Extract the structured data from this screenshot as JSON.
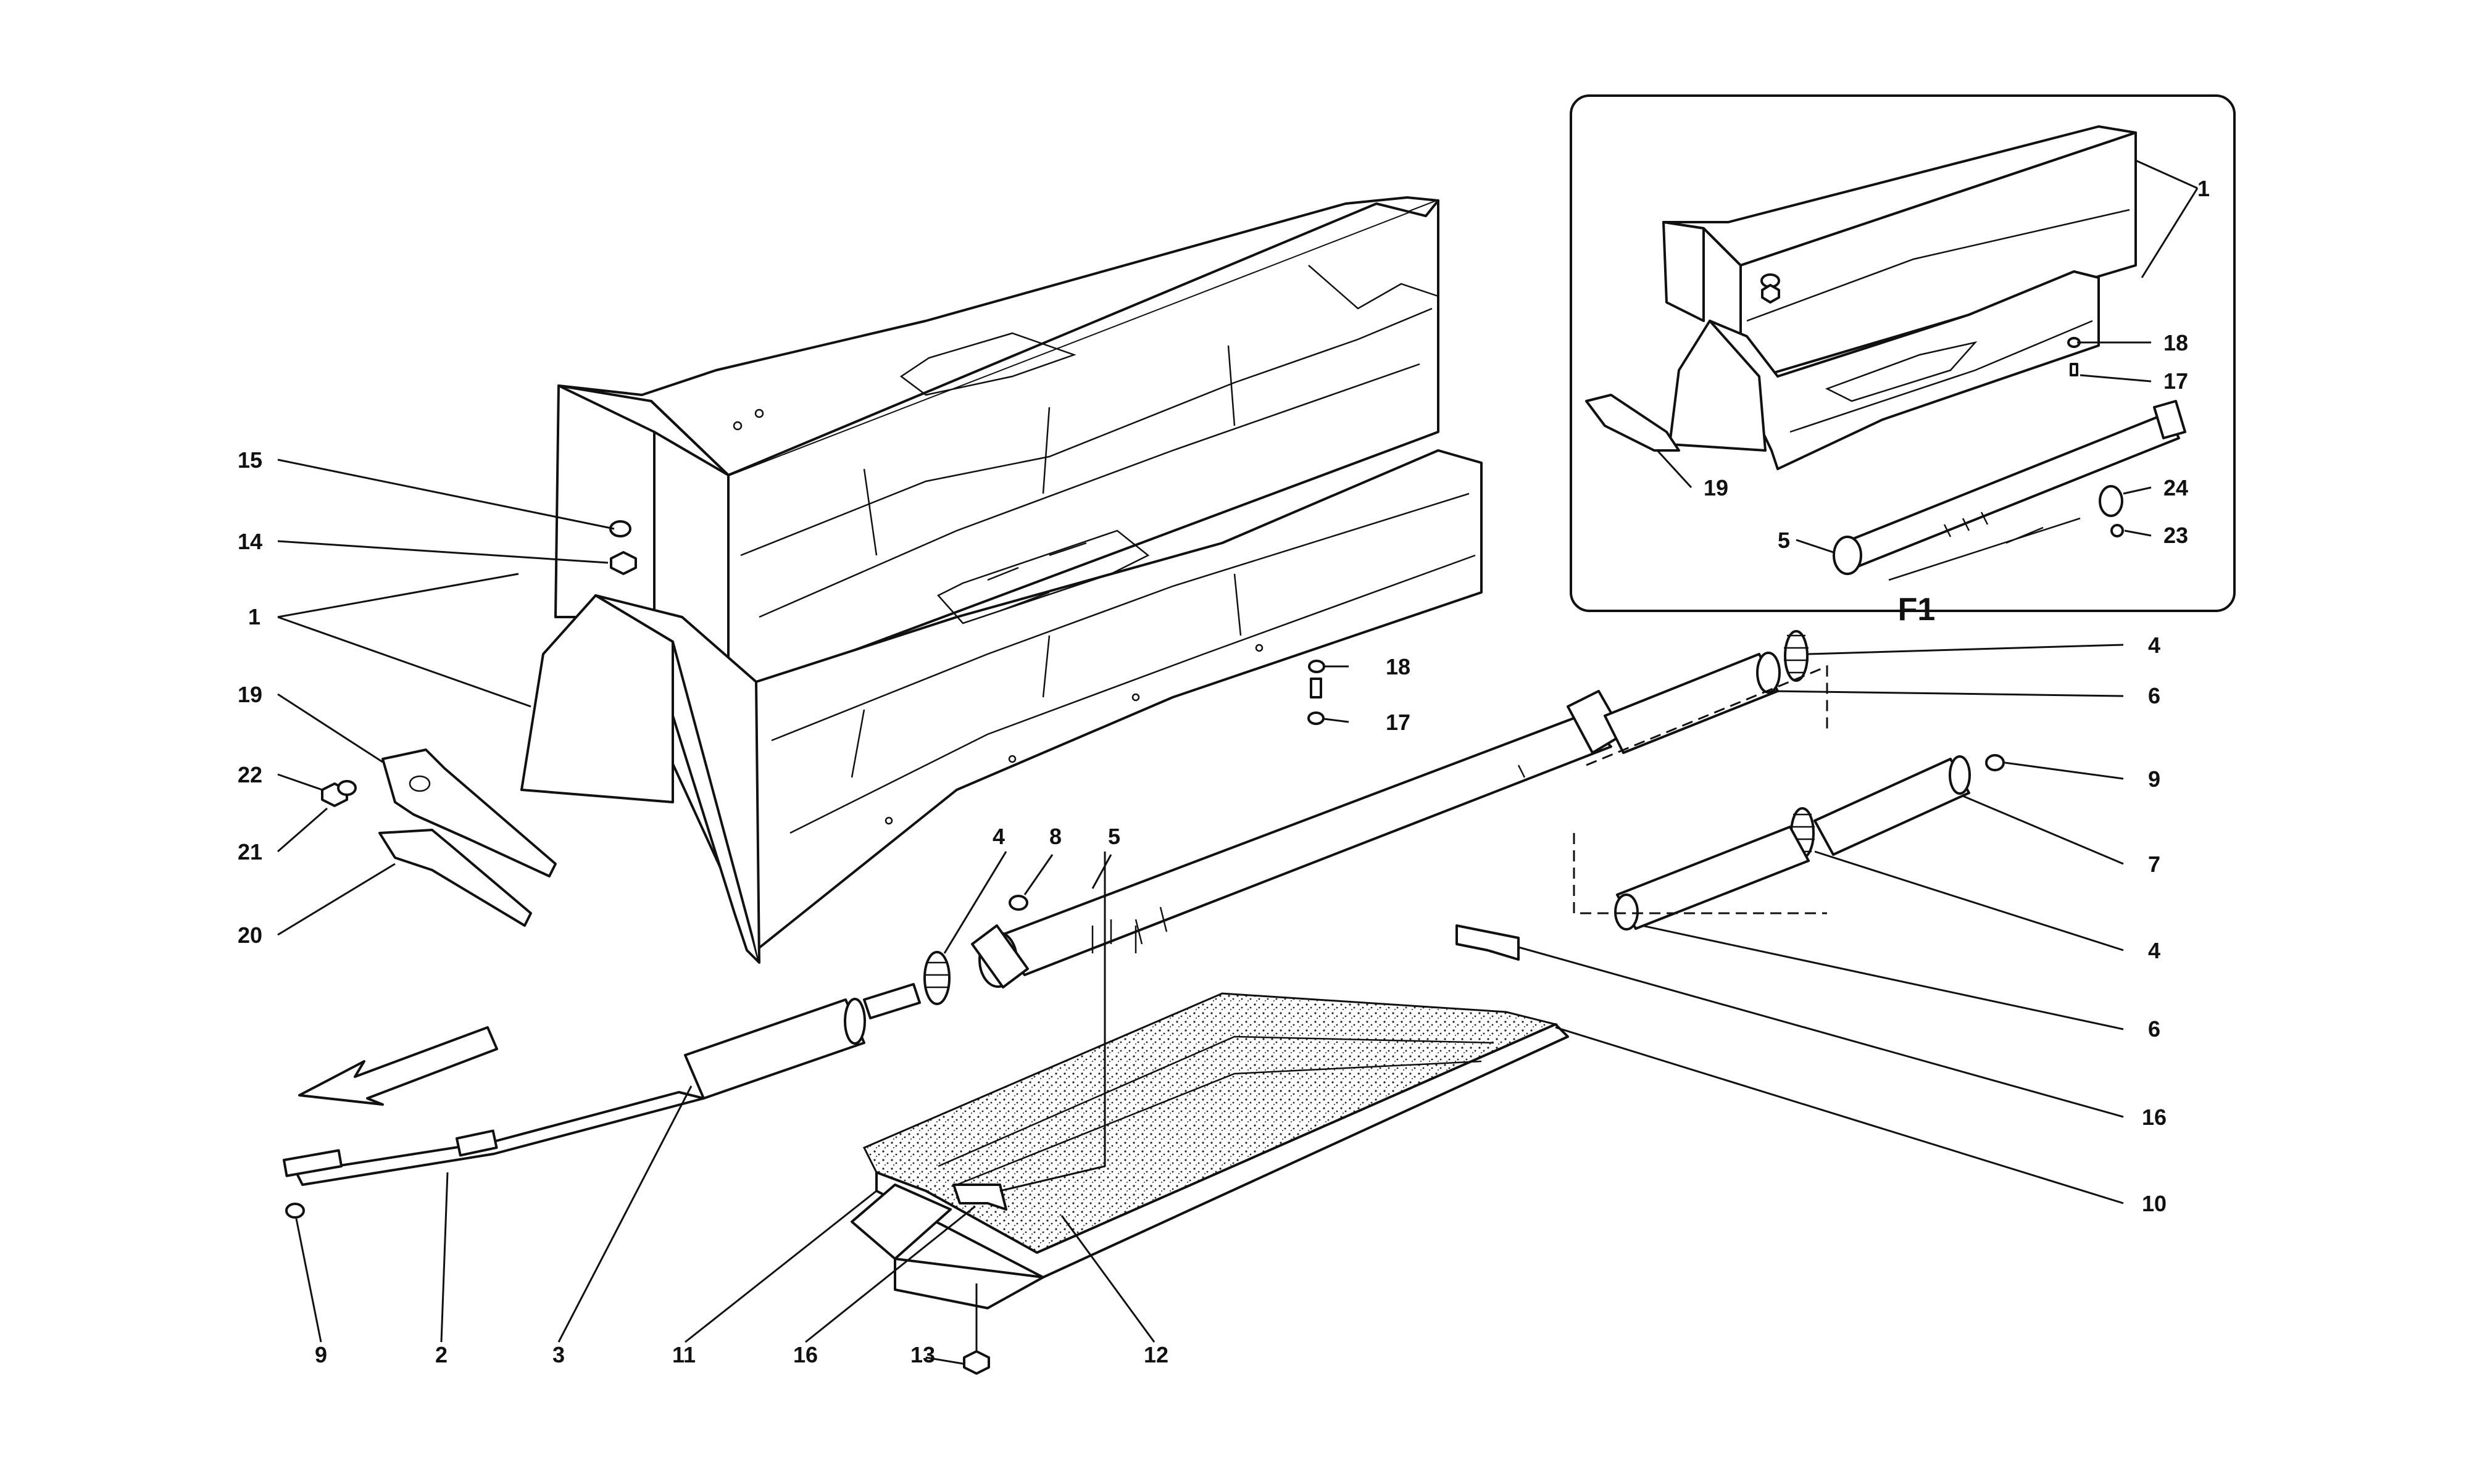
{
  "diagram": {
    "inset_label": "F1",
    "callouts": [
      {
        "id": "c15",
        "text": "15"
      },
      {
        "id": "c14",
        "text": "14"
      },
      {
        "id": "c1",
        "text": "1"
      },
      {
        "id": "c19",
        "text": "19"
      },
      {
        "id": "c22",
        "text": "22"
      },
      {
        "id": "c21",
        "text": "21"
      },
      {
        "id": "c20",
        "text": "20"
      },
      {
        "id": "c18",
        "text": "18"
      },
      {
        "id": "c17",
        "text": "17"
      },
      {
        "id": "c4a",
        "text": "4"
      },
      {
        "id": "c6a",
        "text": "6"
      },
      {
        "id": "c9a",
        "text": "9"
      },
      {
        "id": "c7",
        "text": "7"
      },
      {
        "id": "c4b",
        "text": "4"
      },
      {
        "id": "c6b",
        "text": "6"
      },
      {
        "id": "c16a",
        "text": "16"
      },
      {
        "id": "c10",
        "text": "10"
      },
      {
        "id": "c4c",
        "text": "4"
      },
      {
        "id": "c8",
        "text": "8"
      },
      {
        "id": "c5",
        "text": "5"
      },
      {
        "id": "c9b",
        "text": "9"
      },
      {
        "id": "c2",
        "text": "2"
      },
      {
        "id": "c3",
        "text": "3"
      },
      {
        "id": "c11",
        "text": "11"
      },
      {
        "id": "c16b",
        "text": "16"
      },
      {
        "id": "c13",
        "text": "13"
      },
      {
        "id": "c12",
        "text": "12"
      },
      {
        "id": "i1",
        "text": "1"
      },
      {
        "id": "i18",
        "text": "18"
      },
      {
        "id": "i17",
        "text": "17"
      },
      {
        "id": "i19",
        "text": "19"
      },
      {
        "id": "i24",
        "text": "24"
      },
      {
        "id": "i5",
        "text": "5"
      },
      {
        "id": "i23",
        "text": "23"
      }
    ]
  }
}
